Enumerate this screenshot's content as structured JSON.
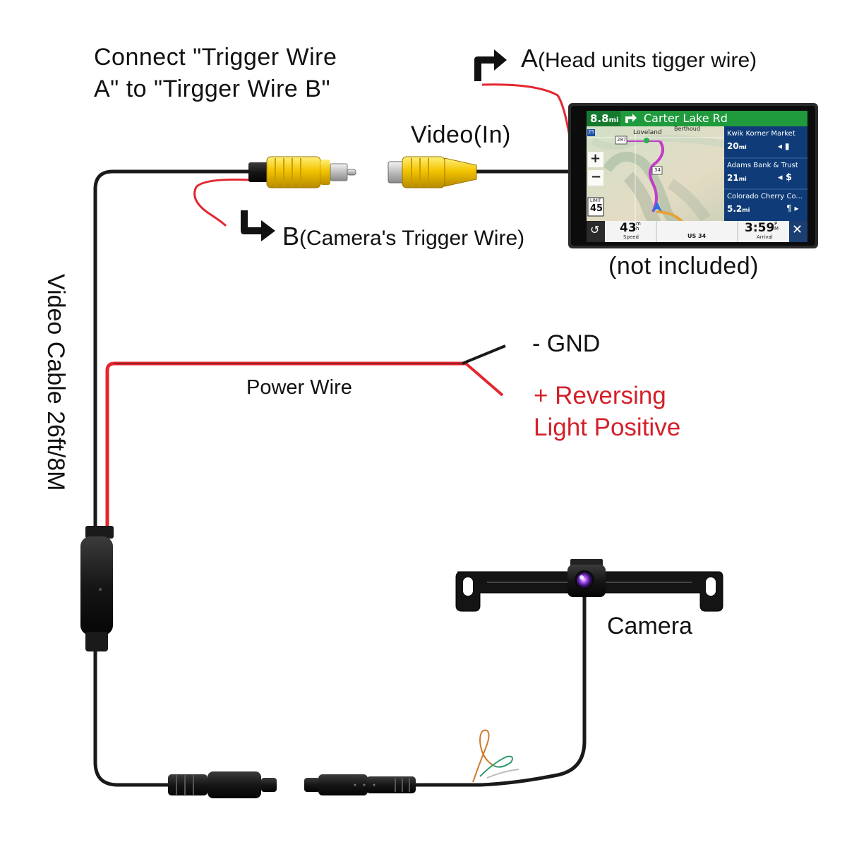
{
  "instruction": {
    "line1": "Connect \"Trigger Wire",
    "line2": "A\" to \"Tirgger Wire B\""
  },
  "labels": {
    "head_unit_trigger_letter": "A",
    "head_unit_trigger": "(Head units tigger wire)",
    "camera_trigger_letter": "B",
    "camera_trigger": "(Camera's Trigger Wire)",
    "video_in": "Video(In)",
    "not_included": "(not included)",
    "video_cable": "Video Cable 26ft/8M",
    "power_wire": "Power Wire",
    "gnd": "-  GND",
    "reversing_line1": "+ Reversing",
    "reversing_line2": "Light  Positive",
    "camera": "Camera"
  },
  "gps_screen": {
    "distance": "8.8",
    "distance_unit": "mi",
    "street": "Carter Lake Rd",
    "town1": "Loveland",
    "town2": "Berthoud",
    "route_shield1": "287",
    "route_shield2": "34",
    "route_shield3": "25",
    "zoom_in": "+",
    "zoom_out": "−",
    "limit_label": "LIMIT",
    "limit_value": "45",
    "poi": [
      {
        "name": "Kwik Korner Market",
        "distance": "20",
        "unit": "mi"
      },
      {
        "name": "Adams Bank & Trust",
        "distance": "21",
        "unit": "mi"
      },
      {
        "name": "Colorado Cherry Co...",
        "distance": "5.2",
        "unit": "mi"
      }
    ],
    "speed_value": "43",
    "speed_unit_top": "m",
    "speed_unit_bottom": "h",
    "speed_label": "Speed",
    "road": "US 34",
    "arrival_time": "3:59",
    "arrival_ampm_top": "P",
    "arrival_ampm_bottom": "M",
    "arrival_label": "Arrival",
    "close": "✕"
  },
  "colors": {
    "wire_black": "#1a1a1a",
    "wire_red": "#e3262f",
    "rca_yellow": "#f2c500",
    "gps_green": "#1f9a3c",
    "gps_panel": "#0f3c78",
    "label_red": "#d4202a"
  }
}
